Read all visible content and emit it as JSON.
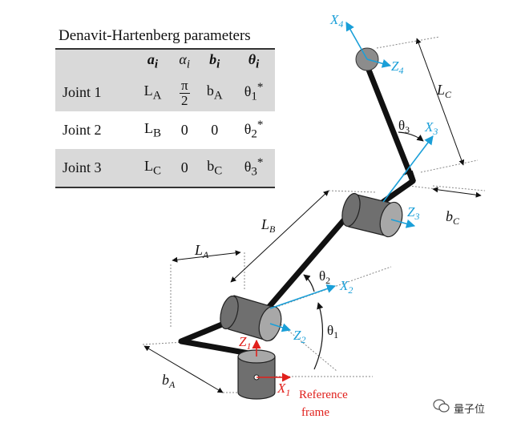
{
  "table": {
    "title": "Denavit-Hartenberg parameters",
    "header": {
      "a": "a",
      "a_sub": "i",
      "alpha": "α",
      "alpha_sub": "i",
      "b": "b",
      "b_sub": "i",
      "theta": "θ",
      "theta_sub": "i"
    },
    "rows": [
      {
        "name": "Joint 1",
        "a": "L",
        "a_sub": "A",
        "alpha_num": "π",
        "alpha_den": "2",
        "b": "b",
        "b_sub": "A",
        "theta": "θ",
        "theta_sub": "1",
        "theta_sup": "*"
      },
      {
        "name": "Joint 2",
        "a": "L",
        "a_sub": "B",
        "alpha": "0",
        "b": "0",
        "theta": "θ",
        "theta_sub": "2",
        "theta_sup": "*"
      },
      {
        "name": "Joint 3",
        "a": "L",
        "a_sub": "C",
        "alpha": "0",
        "b": "b",
        "b_sub": "C",
        "theta": "θ",
        "theta_sub": "3",
        "theta_sup": "*"
      }
    ]
  },
  "diagram": {
    "labels": {
      "LA": {
        "main": "L",
        "sub": "A"
      },
      "LB": {
        "main": "L",
        "sub": "B"
      },
      "LC": {
        "main": "L",
        "sub": "C"
      },
      "bA": {
        "main": "b",
        "sub": "A"
      },
      "bC": {
        "main": "b",
        "sub": "C"
      },
      "theta1": {
        "main": "θ",
        "sub": "1"
      },
      "theta2": {
        "main": "θ",
        "sub": "2"
      },
      "theta3": {
        "main": "θ",
        "sub": "3"
      },
      "X1": {
        "main": "X",
        "sub": "1"
      },
      "Z1": {
        "main": "Z",
        "sub": "1"
      },
      "X2": {
        "main": "X",
        "sub": "2"
      },
      "Z2": {
        "main": "Z",
        "sub": "2"
      },
      "X3": {
        "main": "X",
        "sub": "3"
      },
      "Z3": {
        "main": "Z",
        "sub": "3"
      },
      "X4": {
        "main": "X",
        "sub": "4"
      },
      "Z4": {
        "main": "Z",
        "sub": "4"
      }
    },
    "reference_line1": "Reference",
    "reference_line2": "frame"
  },
  "watermark": "量子位",
  "colors": {
    "axis_blue": "#1a9fd8",
    "reference_red": "#e0201c",
    "link_black": "#111111",
    "cylinder_gray": "#6f6f6f",
    "cylinder_face": "#a8a8a8"
  }
}
